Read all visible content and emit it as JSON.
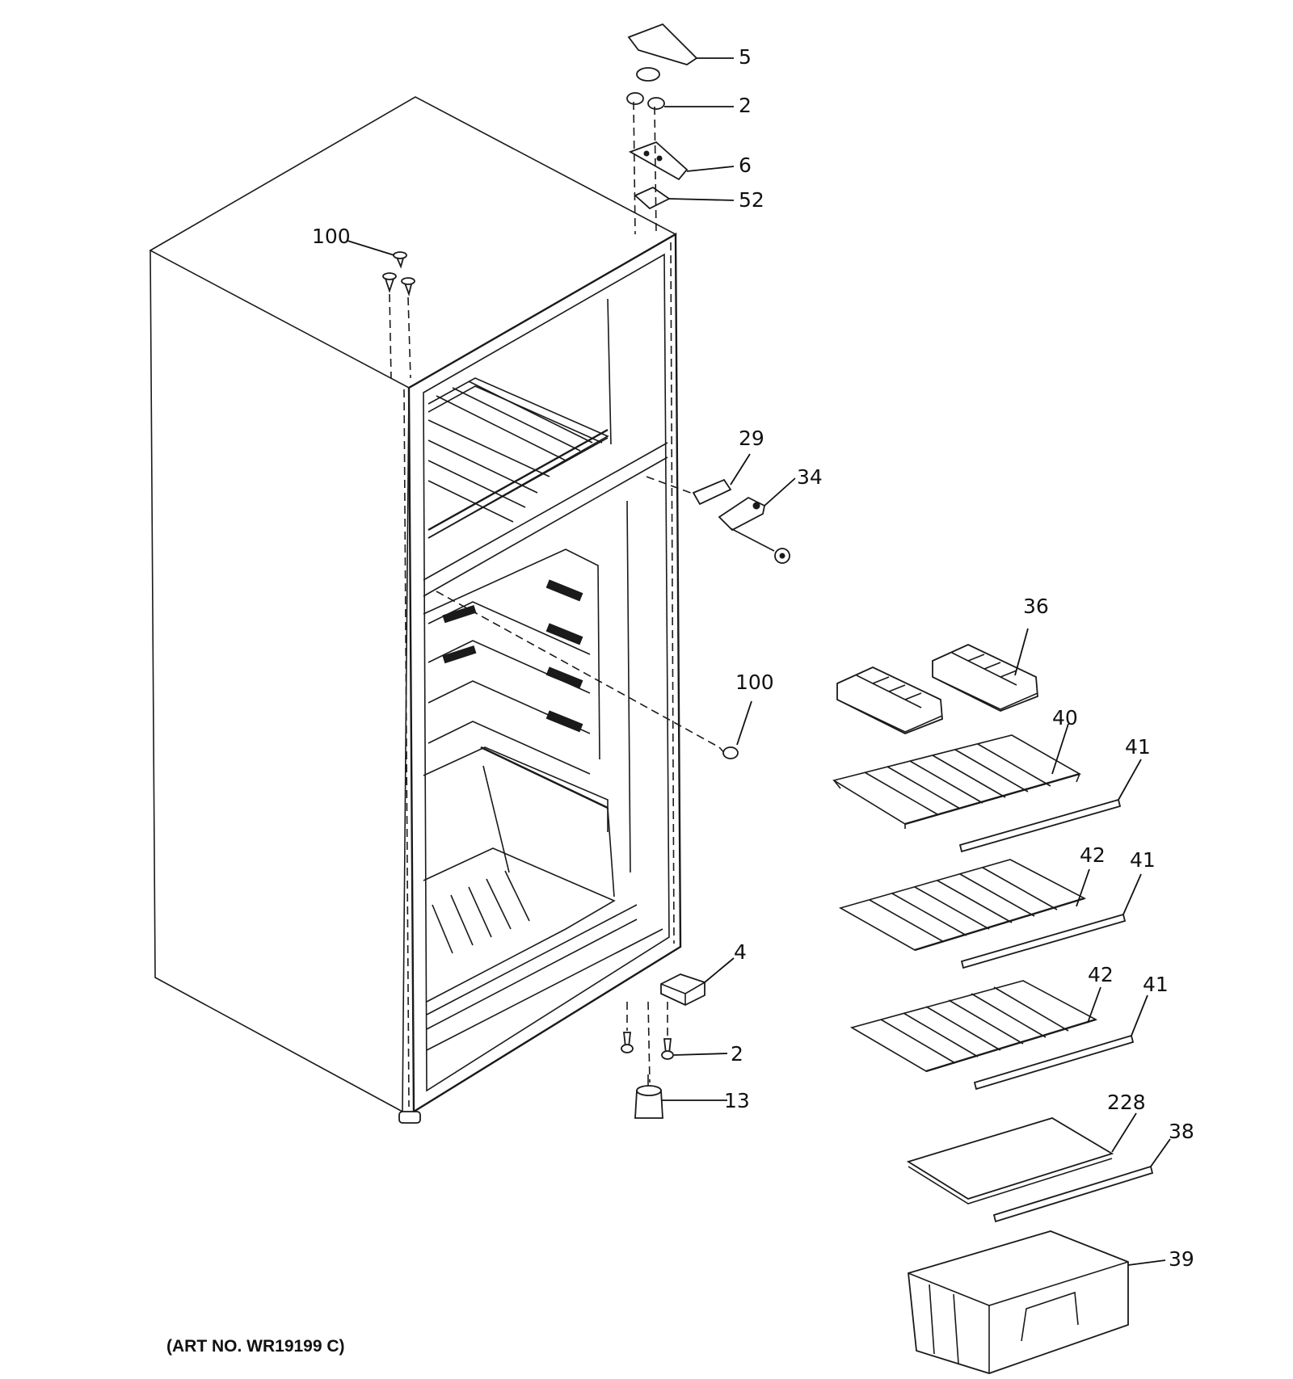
{
  "diagram": {
    "callouts": [
      {
        "id": "c-5",
        "label": "5"
      },
      {
        "id": "c-2-top",
        "label": "2"
      },
      {
        "id": "c-6",
        "label": "6"
      },
      {
        "id": "c-52",
        "label": "52"
      },
      {
        "id": "c-100-top",
        "label": "100"
      },
      {
        "id": "c-29",
        "label": "29"
      },
      {
        "id": "c-34",
        "label": "34"
      },
      {
        "id": "c-36",
        "label": "36"
      },
      {
        "id": "c-100-mid",
        "label": "100"
      },
      {
        "id": "c-40",
        "label": "40"
      },
      {
        "id": "c-41-a",
        "label": "41"
      },
      {
        "id": "c-42-a",
        "label": "42"
      },
      {
        "id": "c-41-b",
        "label": "41"
      },
      {
        "id": "c-4",
        "label": "4"
      },
      {
        "id": "c-42-b",
        "label": "42"
      },
      {
        "id": "c-41-c",
        "label": "41"
      },
      {
        "id": "c-2-bot",
        "label": "2"
      },
      {
        "id": "c-13",
        "label": "13"
      },
      {
        "id": "c-228",
        "label": "228"
      },
      {
        "id": "c-38",
        "label": "38"
      },
      {
        "id": "c-39",
        "label": "39"
      }
    ],
    "art_number": "(ART NO. WR19199 C)"
  }
}
